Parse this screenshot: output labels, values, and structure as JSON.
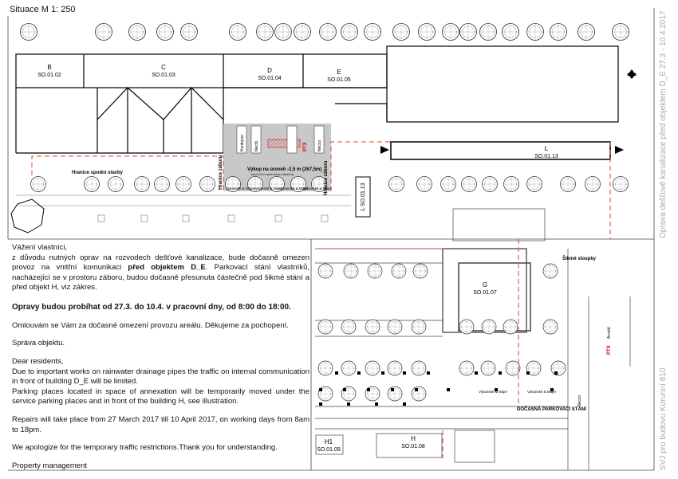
{
  "header": {
    "scale_title": "Situace M 1: 250",
    "side_title_right": "Oprava dešťové kanalizace před objektem D_E  27.3 - 10.4.2017",
    "side_title_right_bottom": "SVJ pro budovu Korunní 810"
  },
  "plan": {
    "buildings": [
      {
        "letter": "B",
        "code": "SO.01.02"
      },
      {
        "letter": "C",
        "code": "SO.01.03"
      },
      {
        "letter": "D",
        "code": "SO.01.04"
      },
      {
        "letter": "E",
        "code": "SO.01.05"
      },
      {
        "letter": "L",
        "code": "SO.01.13"
      },
      {
        "letter": "L",
        "code": "SO.01.13"
      },
      {
        "letter": "G",
        "code": "SO.01.07"
      },
      {
        "letter": "H1",
        "code": "SO.01.09"
      },
      {
        "letter": "H",
        "code": "SO.01.08"
      }
    ],
    "labels": {
      "hranice_spodni": "Hranice spodní stavby",
      "hranice_zaboru_left": "Hranice záboru",
      "hranice_zaboru_right": "Hranice záboru",
      "vykop": "Výkop na úroveň -2,5 m (267,5m)",
      "vykop_sub": "(cca 4,5 m pod úrovní dvorku)",
      "ptx": "PTX",
      "kontejner": "Kontejner",
      "necdi": "Necdi",
      "necco": "Necco",
      "vykanske_1": "Vykanské & Majer",
      "vykanske_2": "Vykanské & Majer",
      "vykanske_3": "Vykanské & Majer",
      "vykanske_4": "Vykanské & Majer",
      "sikmne_sloupky": "Šikmé sloupky",
      "docasna": "DOČASNÁ PARKOVACÍ STÁNÍ",
      "vykanske_right_1": "Vykanské & Majer",
      "vykanske_right_2": "Vykanské & Majer",
      "necco_right": "Necco",
      "arnold": "Arnold",
      "ptx_right": "PTX"
    }
  },
  "czech": {
    "greeting": "Vážení vlastníci,",
    "p1_a": "z důvodu nutných oprav na rozvodech dešťové kanalizace, bude dočasně omezen provoz na vnitřní komunikaci ",
    "p1_bold": "před objektem D_E",
    "p1_b": ". Parkovací stání vlastníků, nacházející se v prostoru záboru, budou dočasně přesunuta částečně pod šikmé stání a před objekt H, viz zákres.",
    "hours": "Opravy budou probíhat od 27.3. do 10.4. v pracovní dny, od 8:00 do 18:00.",
    "apology": "Omlouvám se Vám za dočasné omezení provozu areálu. Děkujeme za pochopení.",
    "signature": "Správa objektu."
  },
  "english": {
    "greeting": "Dear residents,",
    "p1": "Due to important works on rainwater drainage pipes the traffic on internal communication in front of building D_E will be limited.",
    "p2": "Parking places located in space of annexation will be temporarily moved under the service parking places and in front of the building H, see illustration.",
    "repairs": "Repairs will take place from 27 March 2017 till 10 April 2017, on working days from 8am to 18pm.",
    "apology": "We apologize for the temporary traffic restrictions.Thank you for understanding.",
    "signature": "Property management"
  },
  "colors": {
    "red_line": "#d9472b",
    "zone_grey": "#c8c8c8",
    "hatch_red": "#e03030"
  }
}
